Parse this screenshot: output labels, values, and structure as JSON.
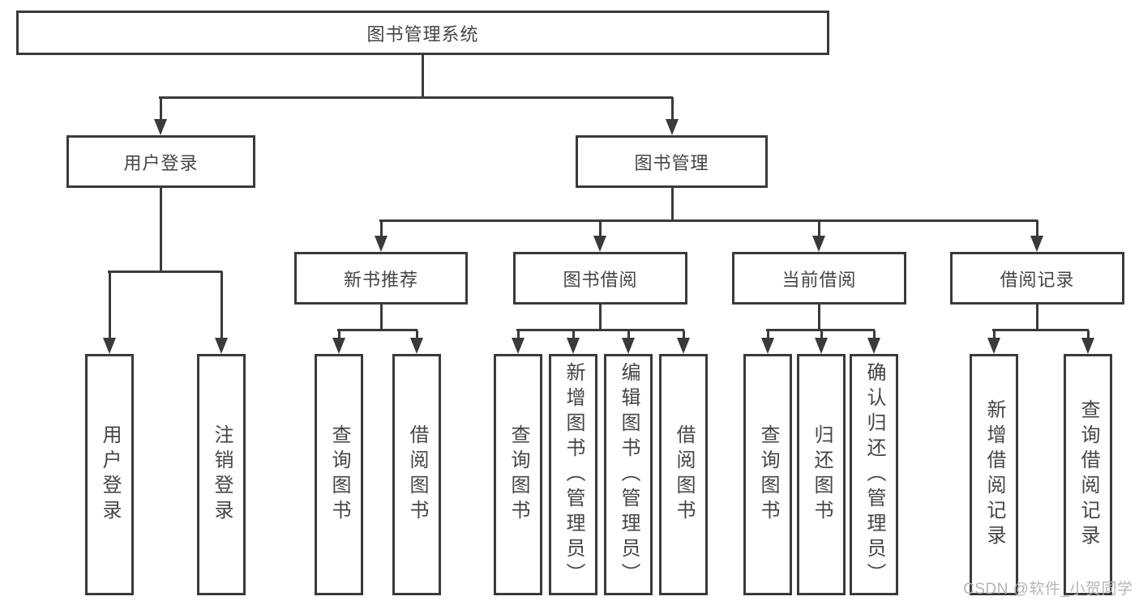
{
  "colors": {
    "line": "#3a3a3a",
    "box_border": "#3a3a3a",
    "text": "#454545",
    "watermark": "#b5b5b5",
    "background": "#ffffff"
  },
  "diagram": {
    "root": {
      "label": "图书管理系统"
    },
    "level2": [
      {
        "label": "用户登录"
      },
      {
        "label": "图书管理"
      }
    ],
    "level3": [
      {
        "label": "新书推荐"
      },
      {
        "label": "图书借阅"
      },
      {
        "label": "当前借阅"
      },
      {
        "label": "借阅记录"
      }
    ],
    "leaves": {
      "user_login": [
        {
          "label": "用户登录"
        },
        {
          "label": "注销登录"
        }
      ],
      "new_book_rec": [
        {
          "label": "查询图书"
        },
        {
          "label": "借阅图书"
        }
      ],
      "book_borrow": [
        {
          "label": "查询图书"
        },
        {
          "label": "新增图书（管理员）"
        },
        {
          "label": "编辑图书（管理员）"
        },
        {
          "label": "借阅图书"
        }
      ],
      "current_borrow": [
        {
          "label": "查询图书"
        },
        {
          "label": "归还图书"
        },
        {
          "label": "确认归还（管理员）"
        }
      ],
      "borrow_records": [
        {
          "label": "新增借阅记录"
        },
        {
          "label": "查询借阅记录"
        }
      ]
    }
  },
  "watermark": {
    "text": "CSDN @软件_小贺同学"
  }
}
